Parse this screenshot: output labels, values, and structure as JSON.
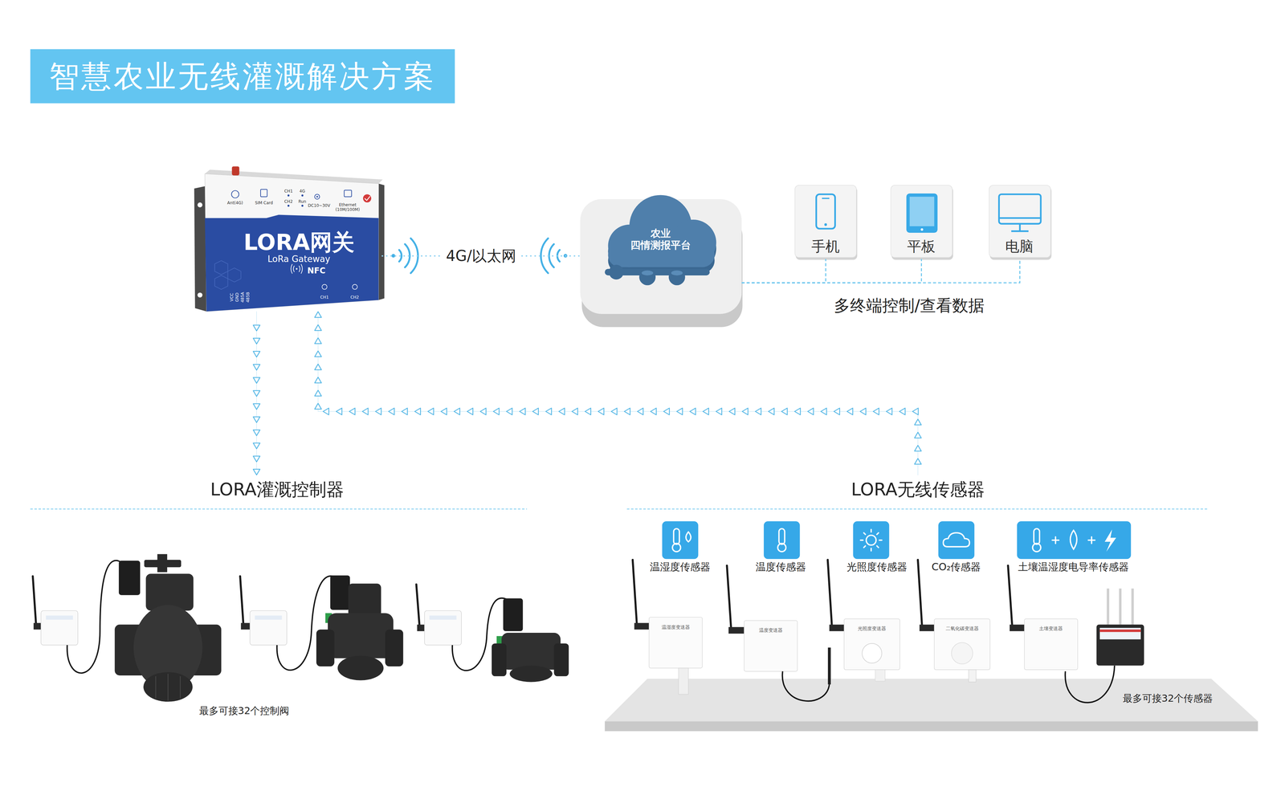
{
  "diagram": {
    "title": "智慧农业无线灌溉解决方案",
    "nodes": [
      {
        "text": [
          "LORA网关",
          "LoRa Gateway",
          "NFC"
        ]
      },
      {
        "text": [
          "农业 四情测报平台"
        ]
      },
      {
        "text": [
          "手机"
        ]
      },
      {
        "text": [
          "平板"
        ]
      },
      {
        "text": [
          "电脑"
        ]
      },
      {
        "text": [
          "LORA灌溉控制器"
        ]
      },
      {
        "text": [
          "LORA无线传感器"
        ]
      },
      {
        "text": [
          "温湿度传感器",
          "温湿度变送器"
        ],
        "in": 6
      },
      {
        "text": [
          "温度传感器",
          "温度变送器"
        ],
        "in": 6
      },
      {
        "text": [
          "光照度传感器",
          "光照度变送器"
        ],
        "in": 6
      },
      {
        "text": [
          "CO₂传感器",
          "二氧化碳变送器"
        ],
        "in": 6
      },
      {
        "text": [
          "土壤温湿度电导率传感器",
          "土壤变送器"
        ],
        "in": 6
      }
    ],
    "edges": [
      {
        "from": 0,
        "to": 1,
        "label": "4G/以太网",
        "arrow": "none"
      },
      {
        "from": 1,
        "to": 2,
        "arrow": "none"
      },
      {
        "from": 1,
        "to": 3,
        "arrow": "none"
      },
      {
        "from": 1,
        "to": 4,
        "arrow": "none"
      },
      {
        "from": 0,
        "to": 5,
        "arrow": "to"
      },
      {
        "from": 6,
        "to": 0,
        "arrow": "to"
      }
    ],
    "labels": [
      "Ant(4G)",
      "SIM Card",
      "CH1",
      "4G",
      "CH2",
      "Run",
      "DC10~30V",
      "Ethernet (10M/100M)",
      "VCC",
      "GND",
      "485A",
      "485B",
      "CH1",
      "CH2",
      "多终端控制/查看数据",
      "最多可接32个控制阀",
      "最多可接32个传感器"
    ]
  }
}
